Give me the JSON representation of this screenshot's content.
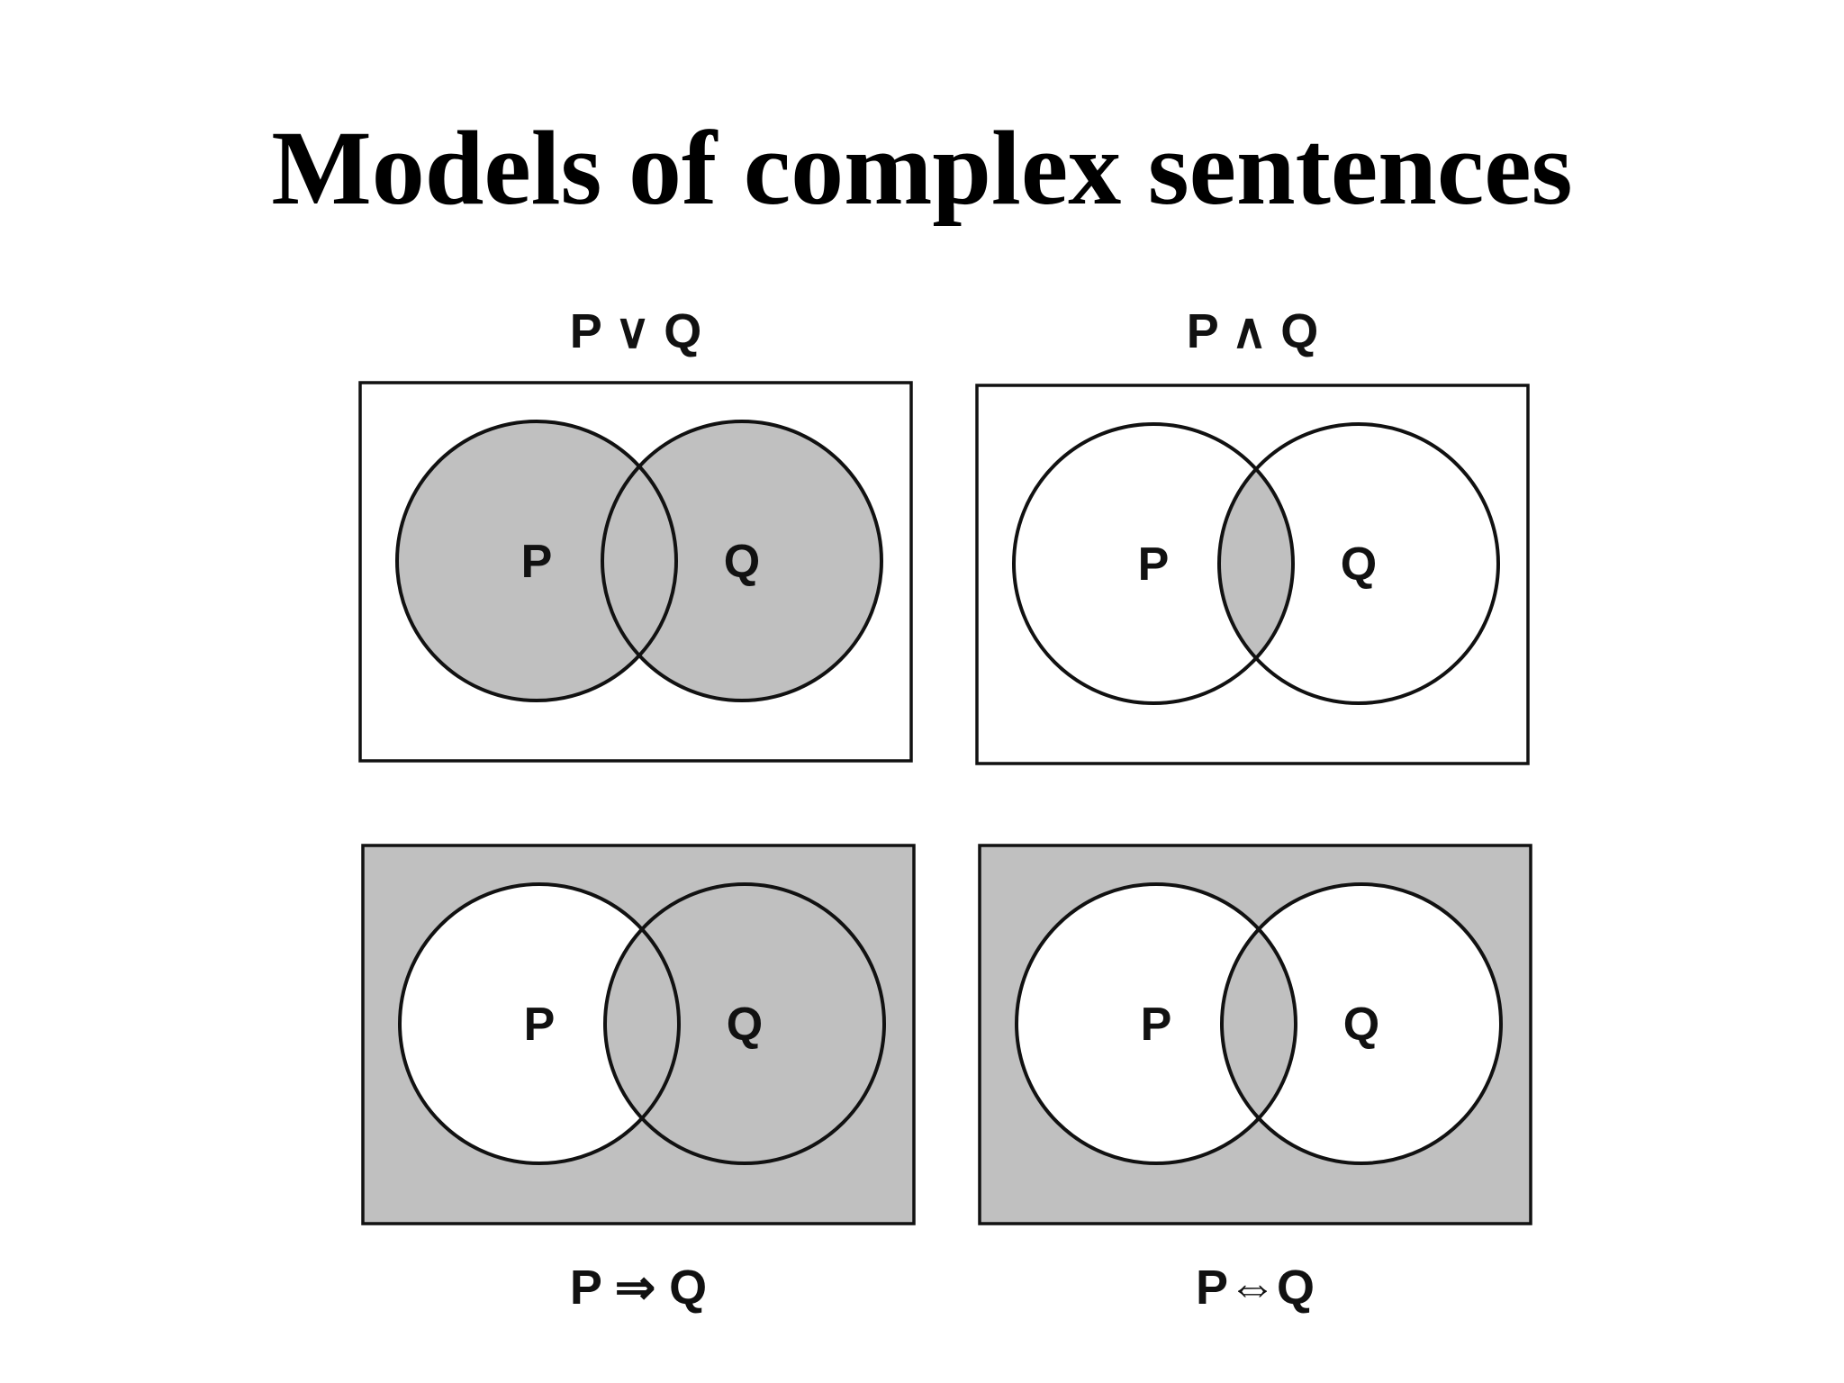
{
  "title": "Models of complex sentences",
  "colors": {
    "shade": "#c0c0c0",
    "background": "#ffffff",
    "stroke": "#111111"
  },
  "panels": [
    {
      "id": "or",
      "formula": "P ∨ Q",
      "left_label": "P",
      "right_label": "Q",
      "shading": {
        "outside": false,
        "p_only": true,
        "q_only": true,
        "intersection": true
      }
    },
    {
      "id": "and",
      "formula": "P ∧ Q",
      "left_label": "P",
      "right_label": "Q",
      "shading": {
        "outside": false,
        "p_only": false,
        "q_only": false,
        "intersection": true
      }
    },
    {
      "id": "implies",
      "formula": "P ⇒ Q",
      "left_label": "P",
      "right_label": "Q",
      "shading": {
        "outside": true,
        "p_only": false,
        "q_only": true,
        "intersection": true
      }
    },
    {
      "id": "iff",
      "formula": "P⇔Q",
      "left_label": "P",
      "right_label": "Q",
      "shading": {
        "outside": true,
        "p_only": false,
        "q_only": false,
        "intersection": true
      }
    }
  ]
}
